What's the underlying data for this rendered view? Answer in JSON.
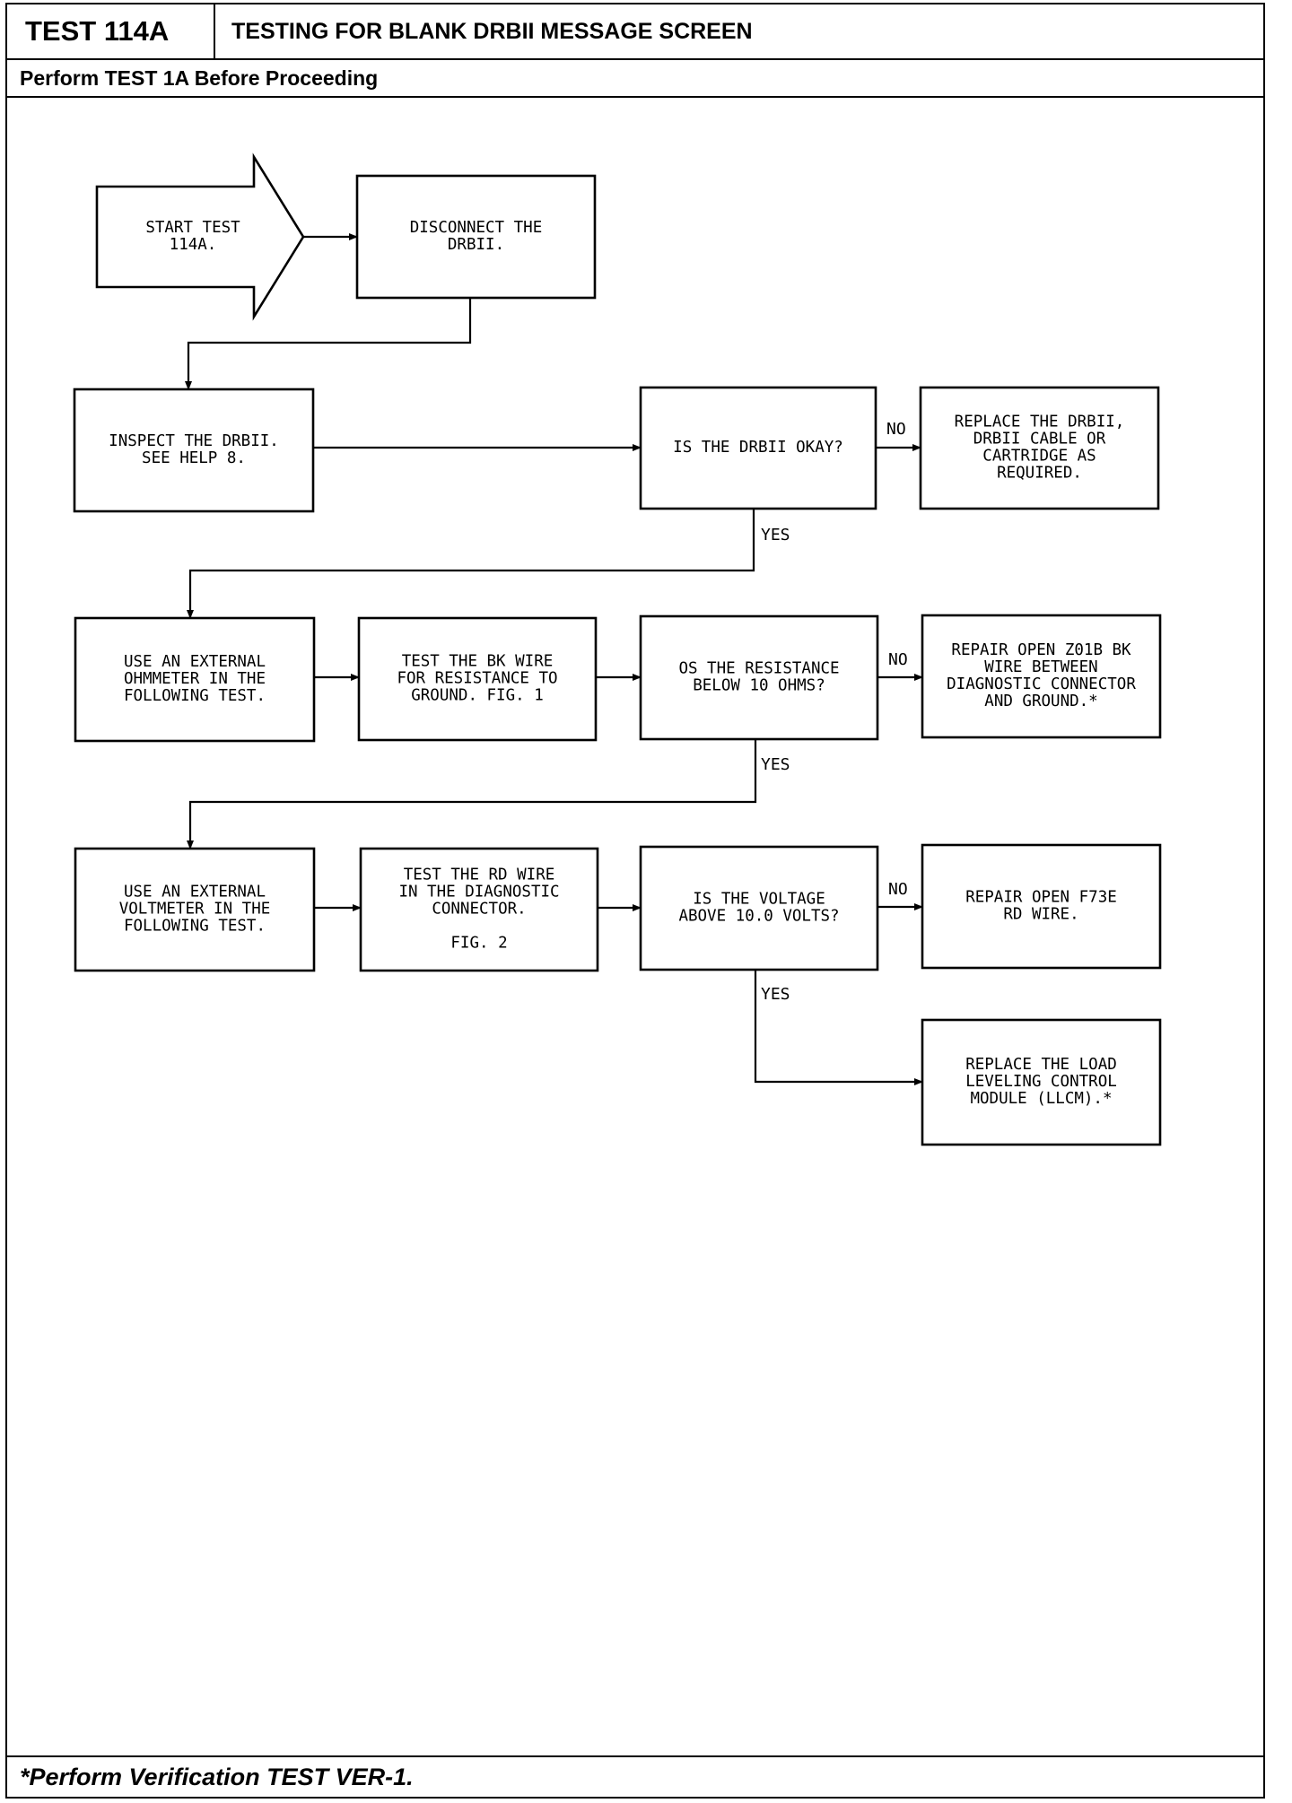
{
  "header": {
    "test_id": "TEST 114A",
    "title": "TESTING FOR BLANK DRBII MESSAGE SCREEN",
    "prerequisite": "Perform TEST 1A Before Proceeding"
  },
  "footer": {
    "note": "*Perform Verification TEST VER-1."
  },
  "flowchart": {
    "nodes": [
      {
        "id": "start",
        "shape": "arrow",
        "lines": [
          "START TEST",
          "114A."
        ]
      },
      {
        "id": "disconnect",
        "shape": "box",
        "lines": [
          "DISCONNECT THE",
          "DRBII."
        ]
      },
      {
        "id": "inspect",
        "shape": "box",
        "lines": [
          "INSPECT THE DRBII.",
          "SEE HELP 8."
        ]
      },
      {
        "id": "q-drbii-ok",
        "shape": "box",
        "lines": [
          "IS THE DRBII OKAY?"
        ]
      },
      {
        "id": "replace-drbii",
        "shape": "box",
        "lines": [
          "REPLACE THE DRBII,",
          "DRBII CABLE OR",
          "CARTRIDGE AS",
          "REQUIRED."
        ]
      },
      {
        "id": "use-ohmmeter",
        "shape": "box",
        "lines": [
          "USE AN EXTERNAL",
          "OHMMETER IN THE",
          "FOLLOWING TEST."
        ]
      },
      {
        "id": "test-bk-wire",
        "shape": "box",
        "lines": [
          "TEST THE BK WIRE",
          "FOR RESISTANCE TO",
          "GROUND. FIG. 1"
        ]
      },
      {
        "id": "q-resistance",
        "shape": "box",
        "lines": [
          "OS THE RESISTANCE",
          "BELOW 10 OHMS?"
        ]
      },
      {
        "id": "repair-z01b",
        "shape": "box",
        "lines": [
          "REPAIR OPEN Z01B BK",
          "WIRE BETWEEN",
          "DIAGNOSTIC CONNECTOR",
          "AND GROUND.*"
        ]
      },
      {
        "id": "use-voltmeter",
        "shape": "box",
        "lines": [
          "USE AN EXTERNAL",
          "VOLTMETER IN THE",
          "FOLLOWING TEST."
        ]
      },
      {
        "id": "test-rd-wire",
        "shape": "box",
        "lines": [
          "TEST THE RD WIRE",
          "IN THE DIAGNOSTIC",
          "CONNECTOR.",
          "",
          "FIG. 2"
        ]
      },
      {
        "id": "q-voltage",
        "shape": "box",
        "lines": [
          "IS THE VOLTAGE",
          "ABOVE 10.0 VOLTS?"
        ]
      },
      {
        "id": "repair-f73e",
        "shape": "box",
        "lines": [
          "REPAIR OPEN F73E",
          "RD WIRE."
        ]
      },
      {
        "id": "replace-llcm",
        "shape": "box",
        "lines": [
          "REPLACE THE LOAD",
          "LEVELING CONTROL",
          "MODULE (LLCM).*"
        ]
      }
    ],
    "edges": [
      {
        "from": "start",
        "to": "disconnect",
        "label": ""
      },
      {
        "from": "disconnect",
        "to": "inspect",
        "label": ""
      },
      {
        "from": "inspect",
        "to": "q-drbii-ok",
        "label": ""
      },
      {
        "from": "q-drbii-ok",
        "to": "replace-drbii",
        "label": "NO"
      },
      {
        "from": "q-drbii-ok",
        "to": "use-ohmmeter",
        "label": "YES"
      },
      {
        "from": "use-ohmmeter",
        "to": "test-bk-wire",
        "label": ""
      },
      {
        "from": "test-bk-wire",
        "to": "q-resistance",
        "label": ""
      },
      {
        "from": "q-resistance",
        "to": "repair-z01b",
        "label": "NO"
      },
      {
        "from": "q-resistance",
        "to": "use-voltmeter",
        "label": "YES"
      },
      {
        "from": "use-voltmeter",
        "to": "test-rd-wire",
        "label": ""
      },
      {
        "from": "test-rd-wire",
        "to": "q-voltage",
        "label": ""
      },
      {
        "from": "q-voltage",
        "to": "repair-f73e",
        "label": "NO"
      },
      {
        "from": "q-voltage",
        "to": "replace-llcm",
        "label": "YES"
      }
    ]
  }
}
